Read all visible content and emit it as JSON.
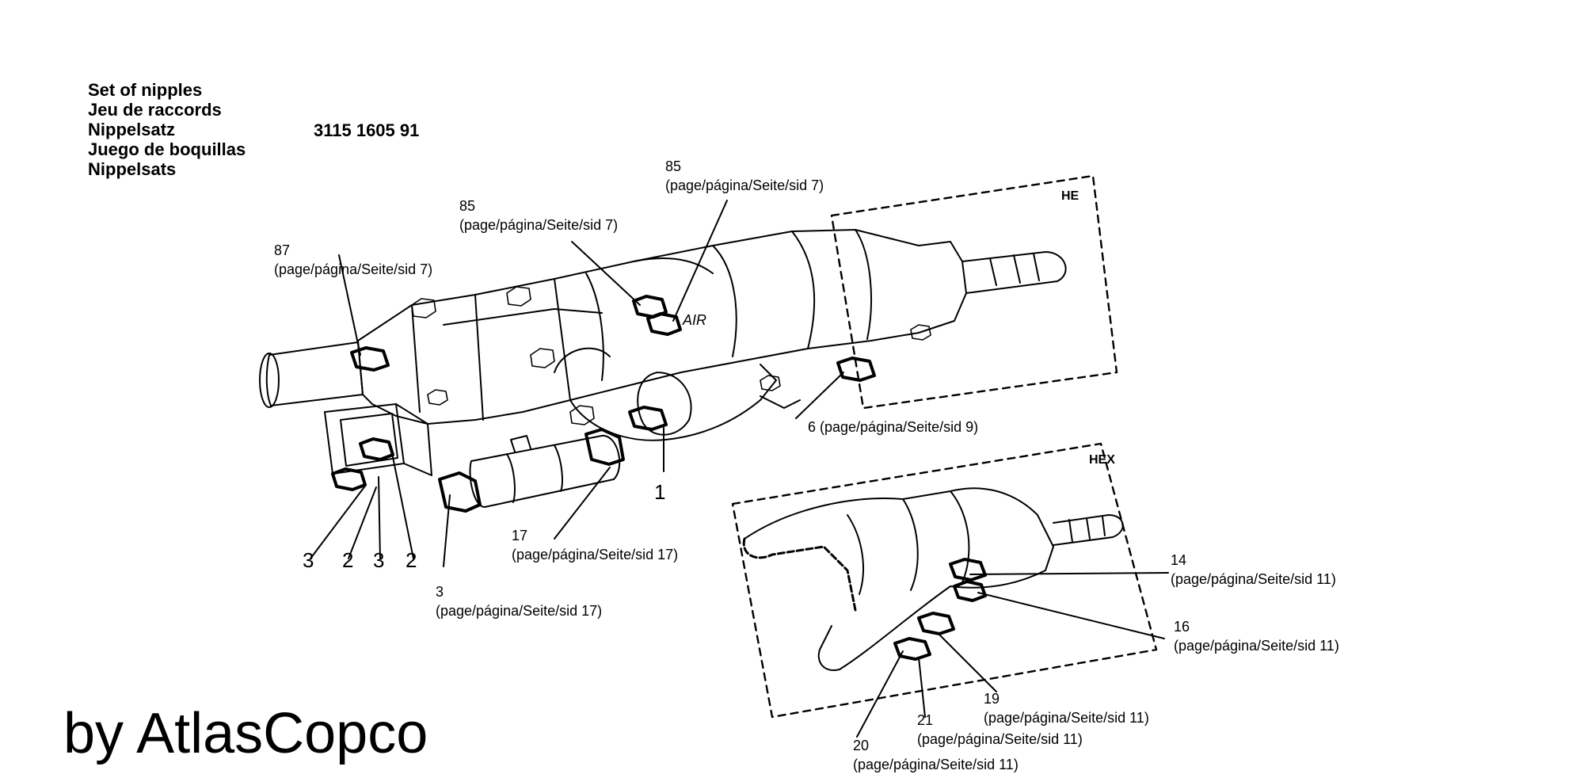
{
  "header": {
    "titles": [
      "Set of nipples",
      "Jeu de raccords",
      "Nippelsatz",
      "Juego de boquillas",
      "Nippelsats"
    ],
    "part_number": "3115 1605 91"
  },
  "brand": "by AtlasCopco",
  "diagram": {
    "frame_labels": {
      "he": "HE",
      "hex": "HEX"
    },
    "device_label": "AIR",
    "callouts": {
      "c87_num": "87",
      "c87_ref": "(page/página/Seite/sid 7)",
      "c85a_num": "85",
      "c85a_ref": "(page/página/Seite/sid 7)",
      "c85b_num": "85",
      "c85b_ref": "(page/página/Seite/sid 7)",
      "c6_line": "6 (page/página/Seite/sid 9)",
      "c1_num": "1",
      "c17_num": "17",
      "c17_ref": "(page/página/Seite/sid 17)",
      "c3_num": "3",
      "c3_ref": "(page/página/Seite/sid 17)",
      "bottom_a": "3",
      "bottom_b": "2",
      "bottom_c": "3",
      "bottom_d": "2",
      "c14_num": "14",
      "c14_ref": "(page/página/Seite/sid 11)",
      "c16_num": "16",
      "c16_ref": "(page/página/Seite/sid 11)",
      "c19_num": "19",
      "c19_ref": "(page/página/Seite/sid 11)",
      "c21_num": "21",
      "c21_ref": "(page/página/Seite/sid 11)",
      "c20_num": "20",
      "c20_ref": "(page/página/Seite/sid 11)"
    }
  }
}
